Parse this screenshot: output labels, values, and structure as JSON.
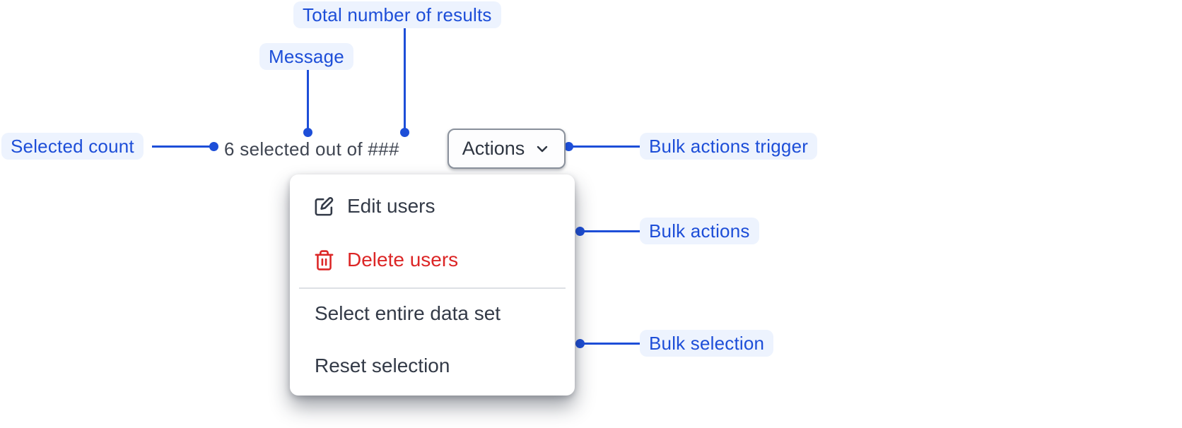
{
  "annotations": {
    "total_results": "Total number of results",
    "message": "Message",
    "selected_count": "Selected count",
    "bulk_actions_trigger": "Bulk actions trigger",
    "bulk_actions": "Bulk actions",
    "bulk_selection": "Bulk selection"
  },
  "selection_bar": {
    "message": "6 selected out of ###",
    "actions_button": {
      "label": "Actions",
      "icon": "chevron-down-icon"
    }
  },
  "bulk_actions_menu": {
    "items": [
      {
        "label": "Edit users",
        "icon": "edit-icon",
        "variant": "default"
      },
      {
        "label": "Delete users",
        "icon": "trash-icon",
        "variant": "danger"
      },
      {
        "label": "Select entire data set",
        "variant": "default"
      },
      {
        "label": "Reset selection",
        "variant": "default"
      }
    ]
  },
  "colors": {
    "annotation_text": "#1d4ed8",
    "annotation_background": "#edf3fe",
    "connector": "#1d4ed8",
    "danger_text": "#dc2626",
    "body_text": "#3f4551",
    "menu_background": "#ffffff"
  }
}
